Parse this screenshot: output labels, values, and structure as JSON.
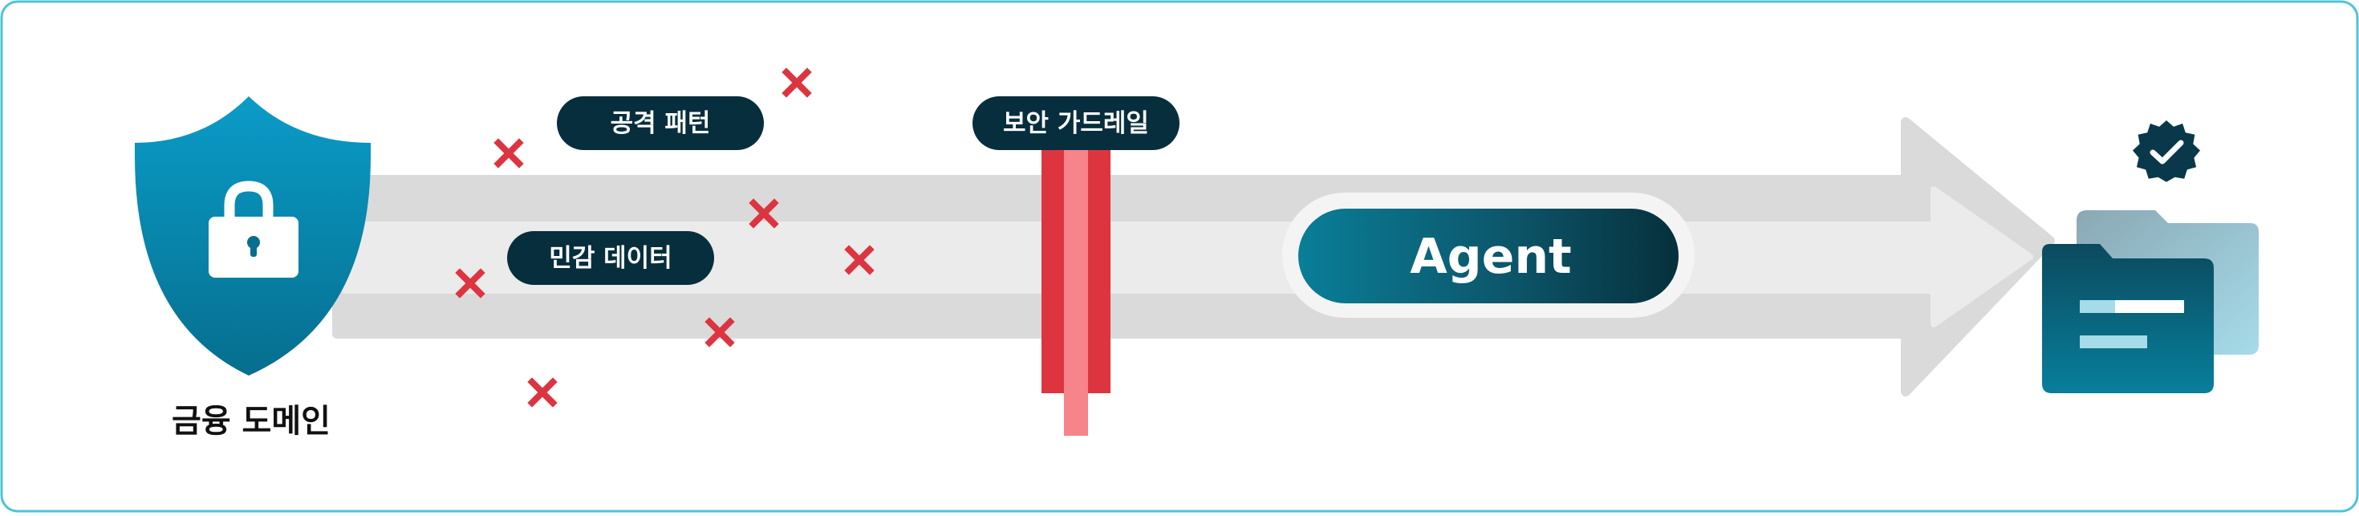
{
  "labels": {
    "domain": "금융 도메인",
    "attack_patterns": "공격 패턴",
    "sensitive_data": "민감 데이터",
    "guardrail": "보안 가드레일",
    "agent": "Agent"
  },
  "icons": {
    "shield": "shield-lock-icon",
    "folder": "folder-icon",
    "badge": "verified-badge-icon",
    "block": "x-mark-icon"
  },
  "colors": {
    "frame": "#4fc3d9",
    "pill_dark": "#072e3c",
    "shield_top": "#0a9cc8",
    "shield_bottom": "#066e8e",
    "agent_left": "#0a7e98",
    "agent_right": "#06303c",
    "red": "#dc3540",
    "red_light": "#f7838b",
    "arrow_outer": "#dadada",
    "arrow_inner": "#ebebeb"
  }
}
